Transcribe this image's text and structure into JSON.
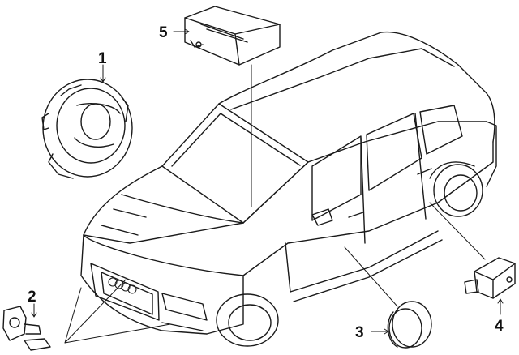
{
  "diagram": {
    "callouts": [
      {
        "number": "1",
        "part": "clock-spring"
      },
      {
        "number": "2",
        "part": "impact-sensor"
      },
      {
        "number": "3",
        "part": "side-sensor"
      },
      {
        "number": "4",
        "part": "occupant-sensor"
      },
      {
        "number": "5",
        "part": "airbag-control-module"
      }
    ],
    "colors": {
      "ink": "#1a1a1a",
      "background": "#ffffff"
    }
  }
}
